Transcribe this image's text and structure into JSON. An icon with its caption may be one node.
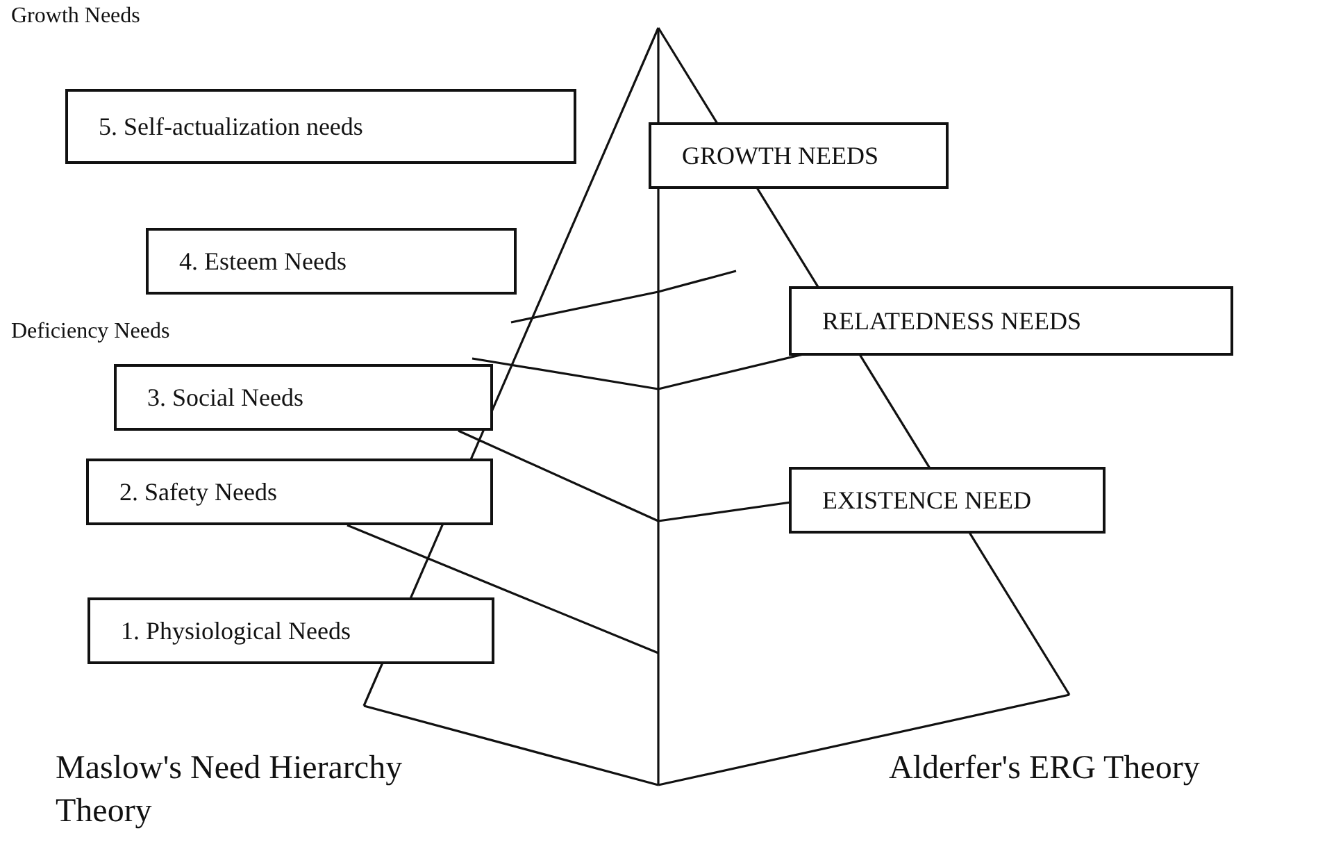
{
  "diagram": {
    "nodes": [
      {
        "text": [
          "5. Self-actualization needs"
        ]
      },
      {
        "text": [
          "GROWTH NEEDS"
        ]
      },
      {
        "text": [
          "4. Esteem Needs"
        ]
      },
      {
        "text": [
          "RELATEDNESS NEEDS"
        ]
      },
      {
        "text": [
          "3. Social Needs"
        ]
      },
      {
        "text": [
          "2. Safety Needs"
        ]
      },
      {
        "text": [
          "EXISTENCE NEED"
        ]
      },
      {
        "text": [
          "1. Physiological Needs"
        ]
      }
    ],
    "edges": [],
    "labels": [
      "Growth Needs",
      "Deficiency Needs",
      "Maslow's Need Hierarchy Theory",
      "Alderfer's ERG Theory"
    ]
  }
}
